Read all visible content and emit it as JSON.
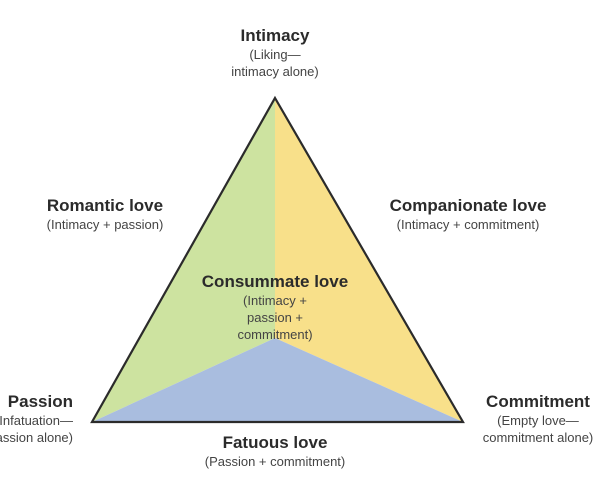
{
  "colors": {
    "romantic_region": "#cde3a0",
    "companionate_region": "#f8e08a",
    "fatuous_region": "#a9bddf",
    "edge": "#2b2b2b"
  },
  "vertices": {
    "intimacy": {
      "title": "Intimacy",
      "sub_line1": "(Liking—",
      "sub_line2": "intimacy alone)"
    },
    "passion": {
      "title": "Passion",
      "sub_line1": "(Infatuation—",
      "sub_line2": "passion alone)"
    },
    "commitment": {
      "title": "Commitment",
      "sub_line1": "(Empty love—",
      "sub_line2": "commitment alone)"
    }
  },
  "sides": {
    "romantic": {
      "title": "Romantic love",
      "sub": "(Intimacy + passion)"
    },
    "companionate": {
      "title": "Companionate love",
      "sub": "(Intimacy + commitment)"
    },
    "fatuous": {
      "title": "Fatuous love",
      "sub": "(Passion + commitment)"
    }
  },
  "center": {
    "title": "Consummate love",
    "sub_line1": "(Intimacy +",
    "sub_line2": "passion +",
    "sub_line3": "commitment)"
  }
}
